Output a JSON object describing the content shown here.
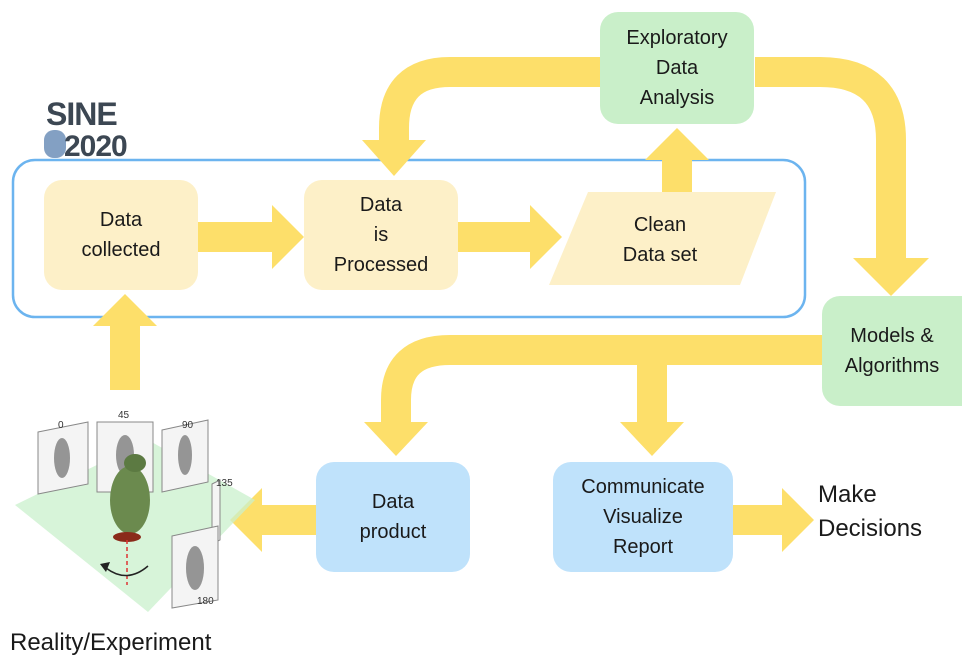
{
  "logo": {
    "line1": "SINE",
    "line2": "2020"
  },
  "nodes": {
    "data_collected": [
      "Data",
      "collected"
    ],
    "data_processed": [
      "Data",
      "is",
      "Processed"
    ],
    "clean_data": [
      "Clean",
      "Data set"
    ],
    "eda": [
      "Exploratory",
      "Data",
      "Analysis"
    ],
    "models": [
      "Models &",
      "Algorithms"
    ],
    "data_product": [
      "Data",
      "product"
    ],
    "communicate": [
      "Communicate",
      "Visualize",
      "Report"
    ]
  },
  "labels": {
    "decisions": [
      "Make",
      "Decisions"
    ],
    "reality": "Reality/Experiment"
  },
  "rotation_angles": [
    "0",
    "45",
    "90",
    "135",
    "180"
  ],
  "colors": {
    "arrow": "#fddf6a",
    "process_box": "#fdf0c8",
    "analysis_box": "#c9efc9",
    "output_box": "#bfe2fb",
    "frame": "#6cb4ef"
  }
}
